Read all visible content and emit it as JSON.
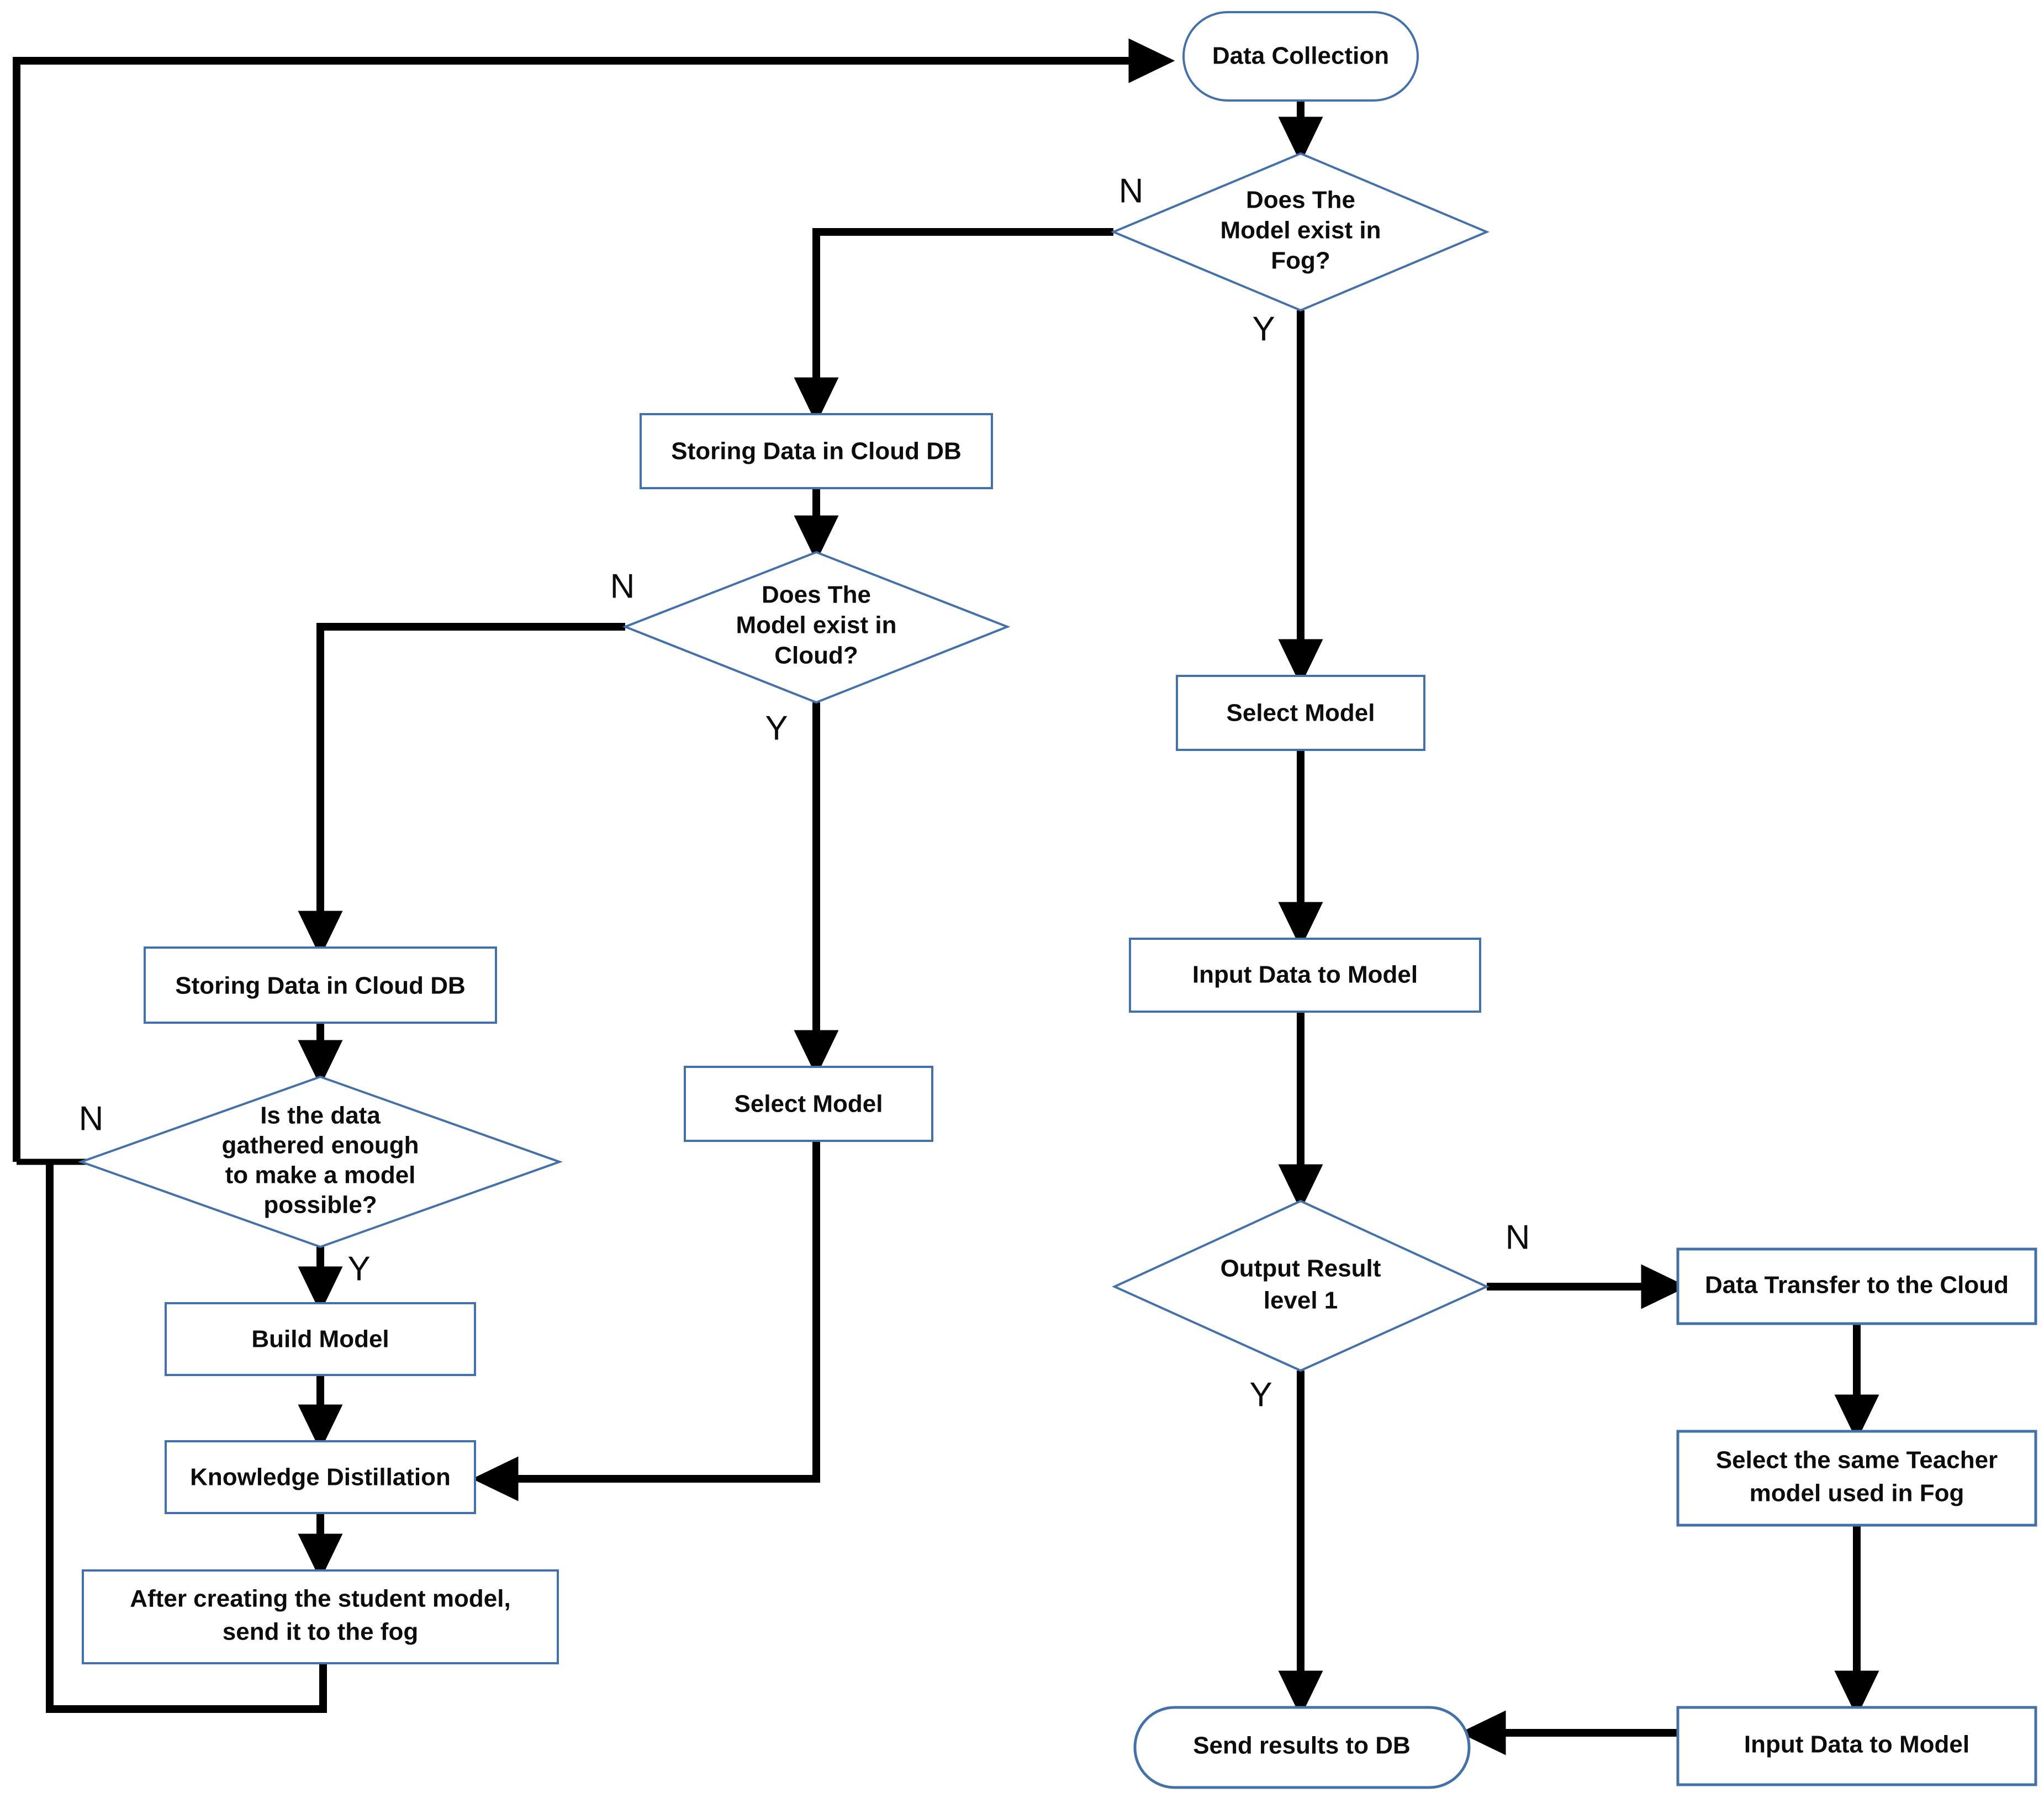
{
  "diagram": {
    "title": "Fog-Cloud Knowledge Distillation Flowchart",
    "colors": {
      "shape_stroke": "#4472a8",
      "shape_fill": "#ffffff",
      "connector": "#000000",
      "text": "#0d0d0d",
      "background": "#ffffff"
    },
    "nodes": {
      "data_collection": {
        "label": "Data Collection",
        "shape": "terminator"
      },
      "fog_model_decision": {
        "label": "Does The Model exist in Fog?",
        "shape": "decision",
        "lines": [
          "Does The",
          "Model exist in",
          "Fog?"
        ]
      },
      "storing_cloud_db_top": {
        "label": "Storing Data in Cloud DB",
        "shape": "process"
      },
      "cloud_model_decision": {
        "label": "Does The Model exist in Cloud?",
        "shape": "decision",
        "lines": [
          "Does The",
          "Model exist in",
          "Cloud?"
        ]
      },
      "storing_cloud_db_left": {
        "label": "Storing Data in Cloud DB",
        "shape": "process"
      },
      "data_enough_decision": {
        "label": "Is the data gathered enough to make a model possible?",
        "shape": "decision",
        "lines": [
          "Is the data",
          "gathered enough",
          "to make a model",
          "possible?"
        ]
      },
      "build_model": {
        "label": "Build Model",
        "shape": "process"
      },
      "knowledge_distillation": {
        "label": "Knowledge Distillation",
        "shape": "process"
      },
      "after_creating_student": {
        "label": "After creating the student model, send it to the fog",
        "shape": "process",
        "lines": [
          "After creating the student model,",
          "send it to the fog"
        ]
      },
      "select_model_middle": {
        "label": "Select Model",
        "shape": "process"
      },
      "select_model_right": {
        "label": "Select Model",
        "shape": "process"
      },
      "input_data_to_model_right": {
        "label": "Input Data to Model",
        "shape": "process"
      },
      "output_result_decision": {
        "label": "Output Result level 1",
        "shape": "decision",
        "lines": [
          "Output Result",
          "level 1"
        ]
      },
      "data_transfer_cloud": {
        "label": "Data Transfer to the Cloud",
        "shape": "process"
      },
      "select_teacher_model": {
        "label": "Select the same Teacher model used in Fog",
        "shape": "process",
        "lines": [
          "Select the same Teacher",
          "model used in Fog"
        ]
      },
      "input_data_to_model_bottom": {
        "label": "Input Data to Model",
        "shape": "process"
      },
      "send_results_db": {
        "label": "Send results to DB",
        "shape": "terminator"
      }
    },
    "branch_labels": {
      "fog_no": "N",
      "fog_yes": "Y",
      "cloud_no": "N",
      "cloud_yes": "Y",
      "enough_no": "N",
      "enough_yes": "Y",
      "output_no": "N",
      "output_yes": "Y"
    }
  }
}
